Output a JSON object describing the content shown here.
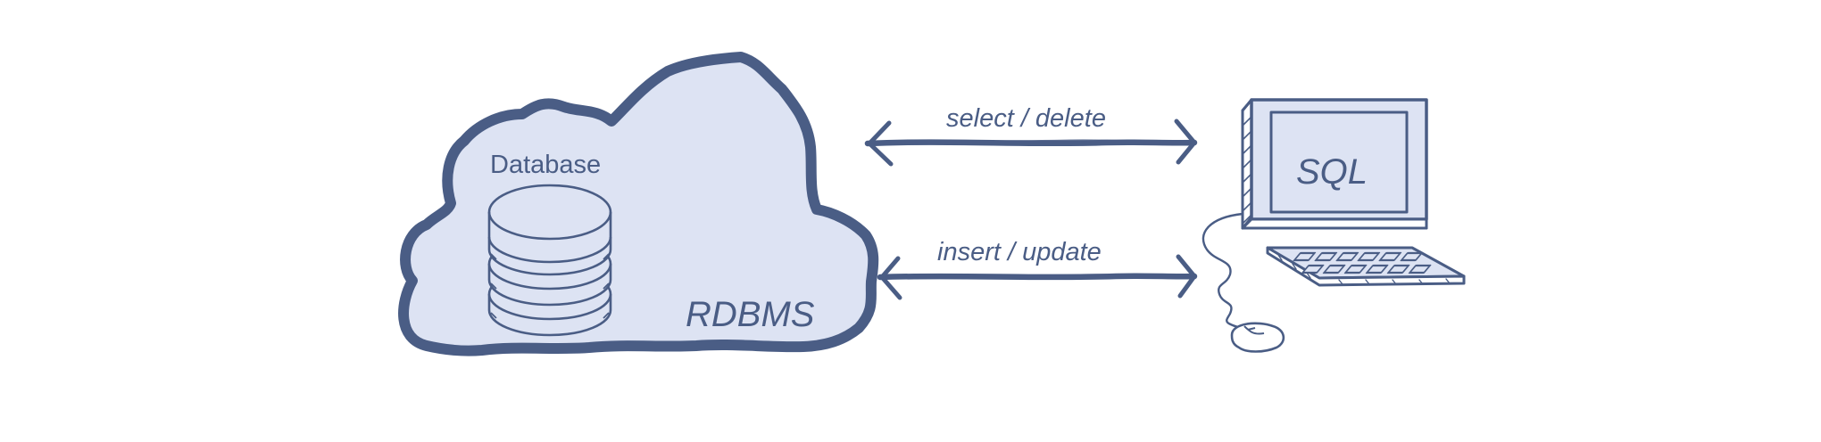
{
  "diagram": {
    "database_label": "Database",
    "rdbms_label": "RDBMS",
    "sql_label": "SQL",
    "arrow_top_label": "select / delete",
    "arrow_bottom_label": "insert / update"
  },
  "colors": {
    "stroke": "#4a5d85",
    "fill": "#dde3f3",
    "background": "#ffffff"
  },
  "icons": {
    "database": "database-icon",
    "computer": "computer-icon",
    "keyboard": "keyboard-icon",
    "mouse": "mouse-icon"
  }
}
